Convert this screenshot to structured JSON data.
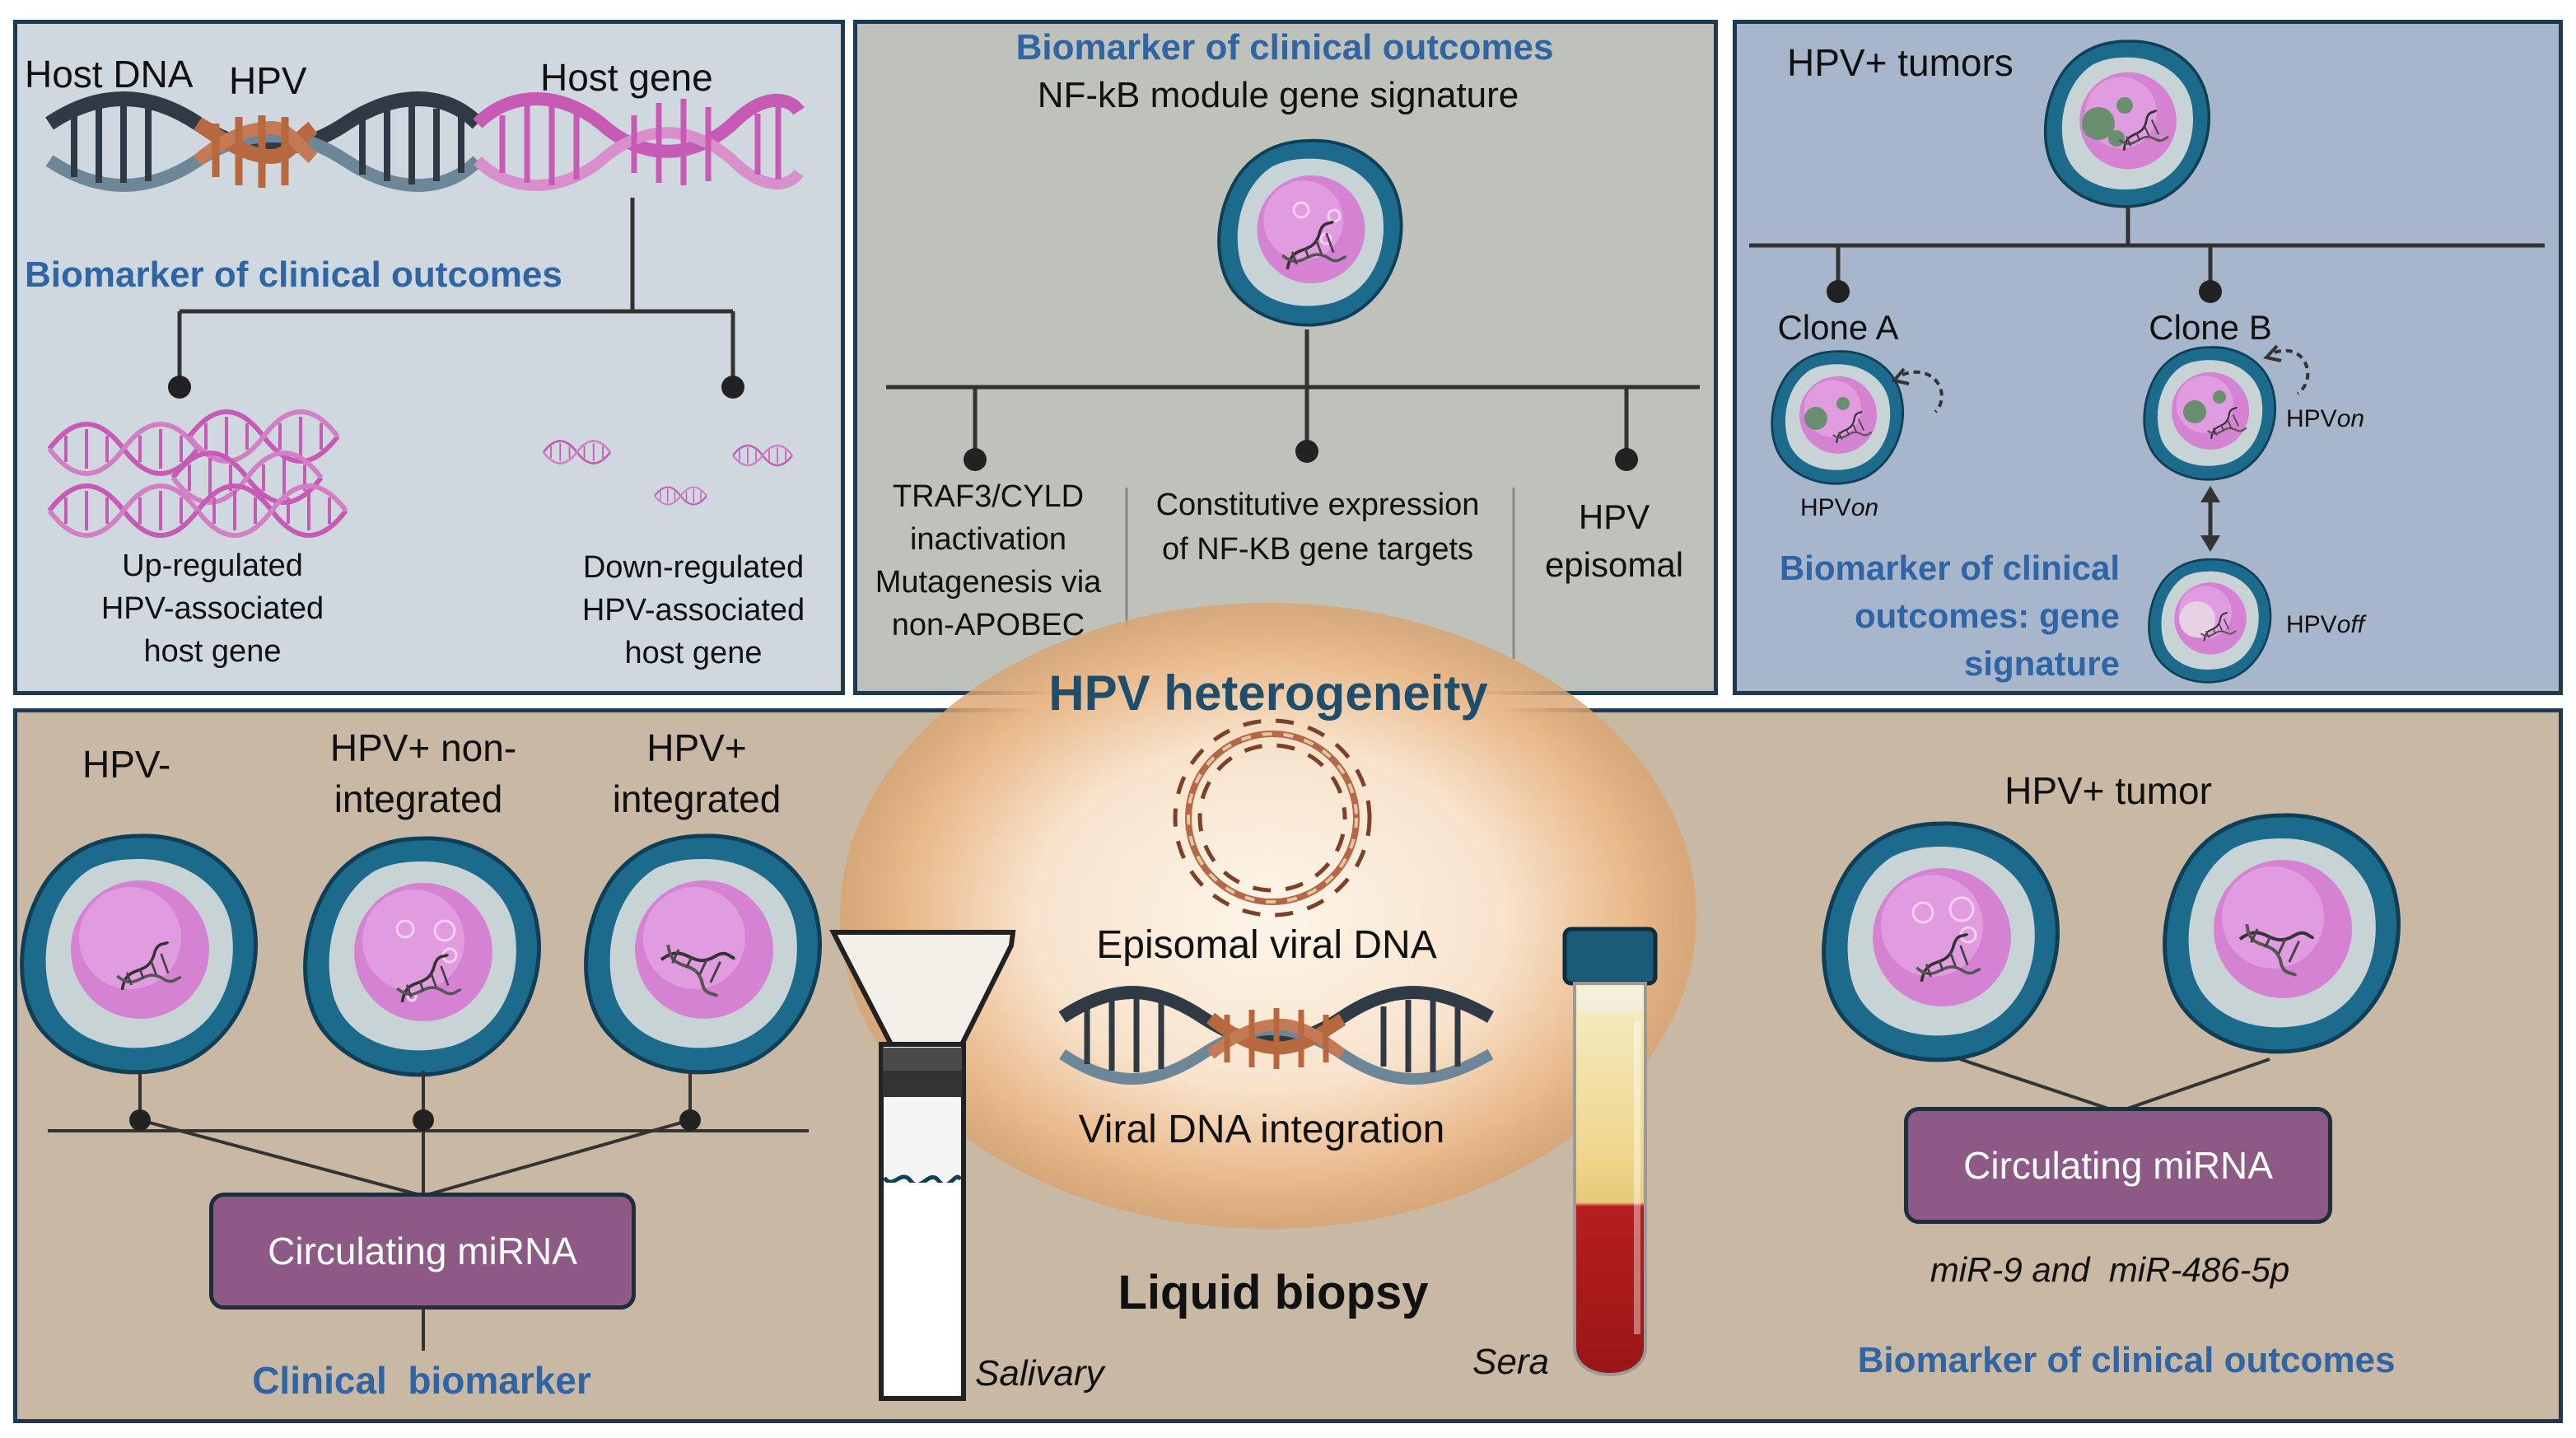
{
  "colors": {
    "panel_border": "#1d3a4e",
    "panel1_bg": "#d0d8df",
    "panel2_bg": "#bfc1bb",
    "panel3_bg": "#a7b6cb",
    "panel4_bg": "#c9b8a3",
    "title_blue": "#2f64a5",
    "mirna_box": "#8c5a84",
    "cell_membrane": "#1c6a8c",
    "nucleus": "#d582d3"
  },
  "panel_integration": {
    "host_dna_label": "Host DNA",
    "hpv_label": "HPV",
    "host_gene_label": "Host gene",
    "title": "Biomarker of clinical outcomes",
    "up_text": [
      "Up-regulated",
      "HPV-associated",
      "host gene"
    ],
    "down_text": [
      "Down-regulated",
      "HPV-associated",
      "host gene"
    ]
  },
  "panel_nfkb": {
    "title": "Biomarker of clinical outcomes",
    "subtitle": "NF-kB module gene signature",
    "branch1": [
      "TRAF3/CYLD",
      "inactivation",
      "Mutagenesis via",
      "non-APOBEC"
    ],
    "branch2": [
      "Constitutive expression",
      "of NF-KB gene targets"
    ],
    "branch3": [
      "HPV",
      "episomal"
    ]
  },
  "panel_clones": {
    "tumors_label": "HPV+ tumors",
    "clone_a": "Clone A",
    "clone_b": "Clone B",
    "hpv_on_a_prefix": "HPV",
    "hpv_on_a_suffix": "on",
    "hpv_on_b_prefix": "HPV",
    "hpv_on_b_suffix": "on",
    "hpv_off_prefix": "HPV",
    "hpv_off_suffix": "off",
    "title": [
      "Biomarker of clinical",
      "outcomes: gene",
      "signature"
    ]
  },
  "center": {
    "title": "HPV heterogeneity",
    "episomal": "Episomal viral DNA",
    "integration": "Viral DNA integration",
    "liquid_biopsy": "Liquid biopsy",
    "salivary": "Salivary",
    "sera": "Sera"
  },
  "panel_bottom_left": {
    "cell1": "HPV-",
    "cell2": [
      "HPV+ non-",
      "integrated"
    ],
    "cell3": [
      "HPV+",
      "integrated"
    ],
    "box": "Circulating miRNA",
    "footer": "Clinical  biomarker"
  },
  "panel_bottom_right": {
    "tumor_label": "HPV+ tumor",
    "box": "Circulating miRNA",
    "mirna_names": "miR-9 and  miR-486-5p",
    "footer": "Biomarker of clinical outcomes"
  }
}
